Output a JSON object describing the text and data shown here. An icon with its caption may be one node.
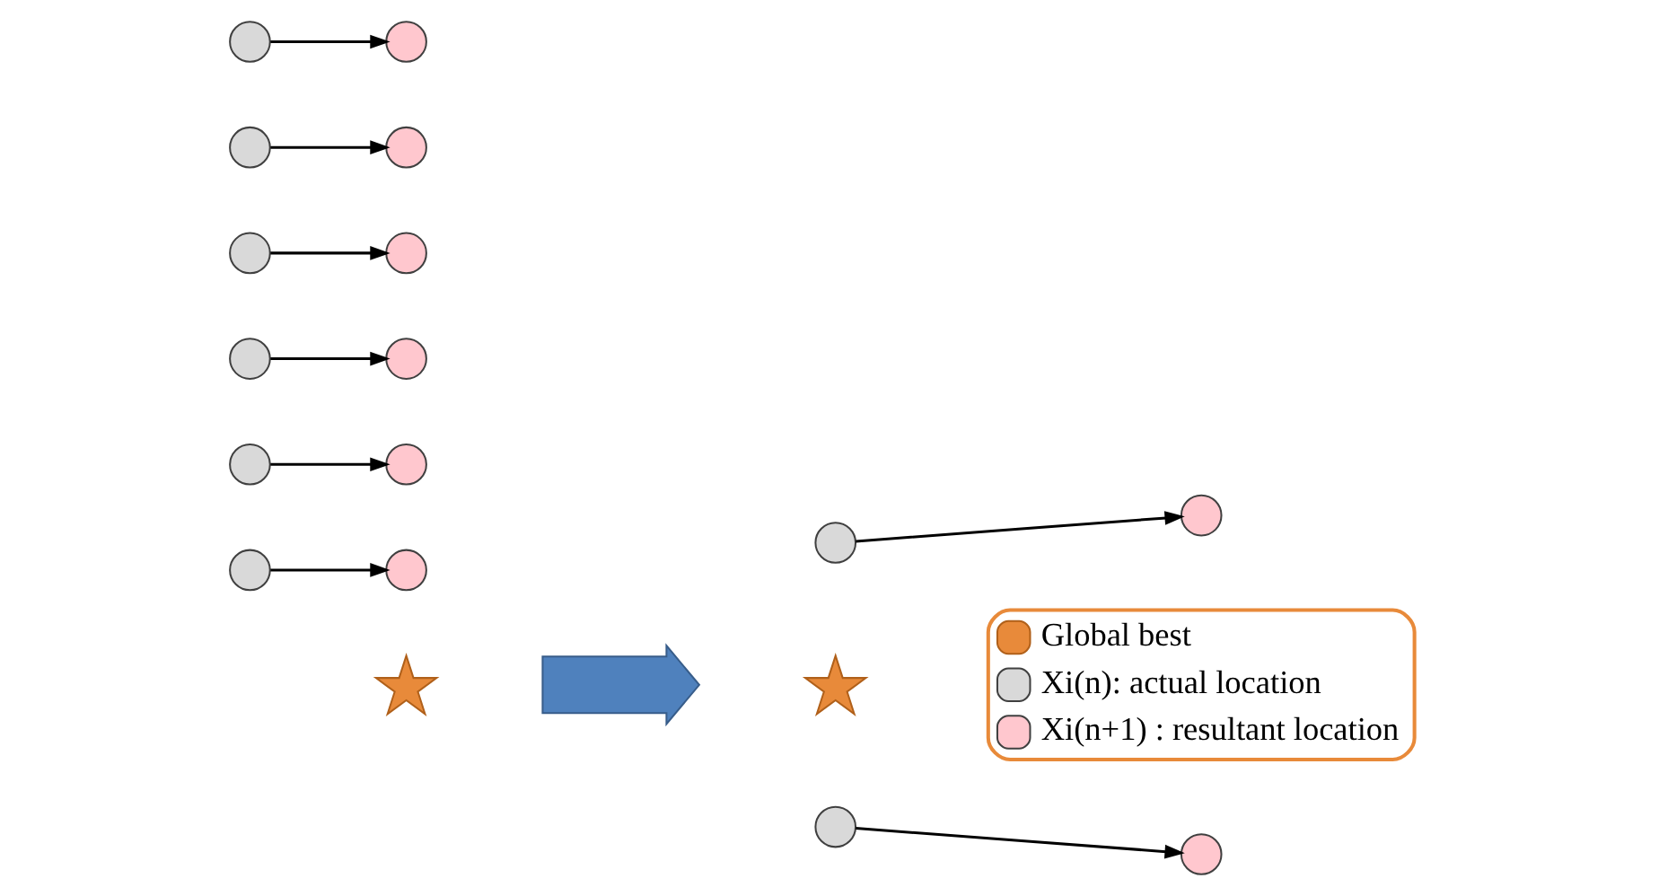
{
  "diagram": {
    "nodes": [
      {
        "text": [],
        "shape": "circle"
      },
      {
        "text": [],
        "shape": "circle"
      },
      {
        "text": [],
        "shape": "circle"
      },
      {
        "text": [],
        "shape": "circle"
      },
      {
        "text": [],
        "shape": "star"
      },
      {
        "text": [],
        "shape": "circle"
      },
      {
        "text": [],
        "shape": "circle"
      },
      {
        "text": [],
        "shape": "circle"
      },
      {
        "text": [],
        "shape": "circle"
      },
      {
        "text": [],
        "shape": "arrow"
      },
      {
        "text": [],
        "shape": "circle"
      },
      {
        "text": [],
        "shape": "circle"
      },
      {
        "text": [],
        "shape": "circle"
      },
      {
        "text": [],
        "shape": "star"
      },
      {
        "text": [],
        "shape": "circle"
      },
      {
        "text": [],
        "shape": "circle"
      },
      {
        "text": [],
        "shape": "circle"
      },
      {
        "text": [],
        "shape": "circle"
      },
      {
        "text": [],
        "shape": "circle"
      }
    ],
    "edges": [
      {
        "from": 0,
        "to": 1,
        "arrow": "to"
      },
      {
        "from": 2,
        "to": 3,
        "arrow": "to"
      },
      {
        "from": 6,
        "to": 7,
        "arrow": "to"
      },
      {
        "from": 8,
        "to": 5,
        "arrow": "to"
      },
      {
        "from": 10,
        "to": 11,
        "arrow": "to"
      },
      {
        "from": 12,
        "to": 14,
        "arrow": "to"
      },
      {
        "from": 16,
        "to": 17,
        "arrow": "to"
      },
      {
        "from": 18,
        "to": 15,
        "arrow": "to"
      }
    ],
    "legend": [
      {
        "text": "Global best"
      },
      {
        "text": "Xi(n): actual location"
      },
      {
        "text": "Xi(n+1) : resultant location"
      }
    ]
  }
}
